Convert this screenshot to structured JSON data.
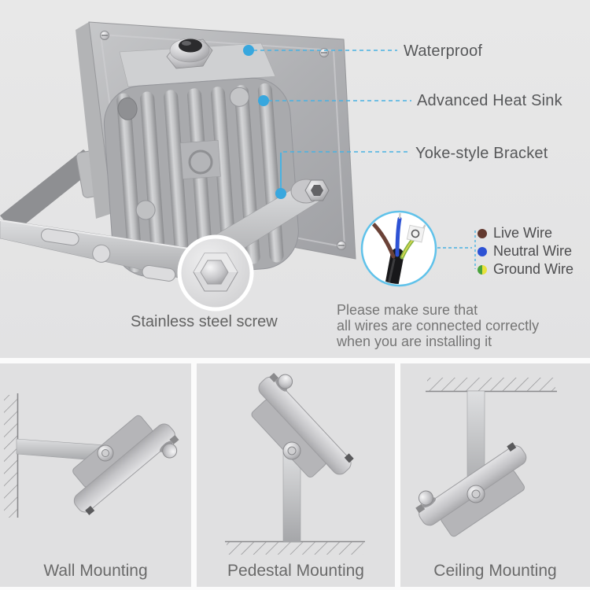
{
  "page": {
    "background": "#e5e5e6",
    "panel_background": "#e0e0e1",
    "accent_blue": "#49b2e2",
    "callout_dot_blue": "#38a7de",
    "label_text_color": "#57585a"
  },
  "callouts": {
    "waterproof": "Waterproof",
    "heat_sink": "Advanced Heat Sink",
    "bracket": "Yoke-style Bracket",
    "screw": "Stainless steel screw"
  },
  "wiring": {
    "legend": [
      {
        "label": "Live Wire",
        "color": "#63392f",
        "color2": "#63392f"
      },
      {
        "label": "Neutral Wire",
        "color": "#2d52d4",
        "color2": "#2d52d4"
      },
      {
        "label": "Ground Wire",
        "color": "#4aa33c",
        "color2": "#e8e23c"
      }
    ],
    "note": [
      "Please make sure that",
      "all wires are connected correctly",
      "when you are installing it"
    ]
  },
  "mounting": [
    {
      "label": "Wall Mounting"
    },
    {
      "label": "Pedestal Mounting"
    },
    {
      "label": "Ceiling Mounting"
    }
  ]
}
